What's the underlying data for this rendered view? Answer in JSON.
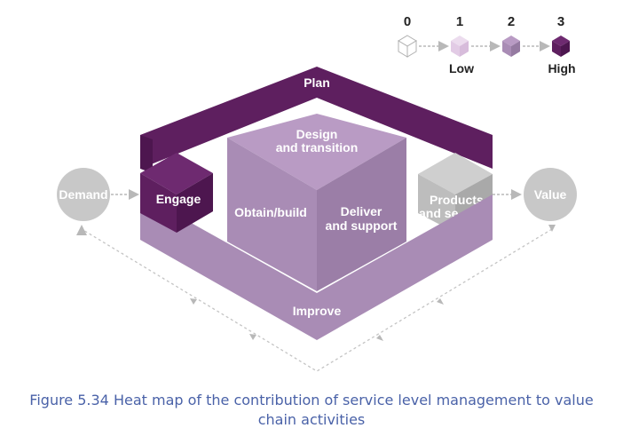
{
  "colors": {
    "level0": "#ffffff",
    "level1": "#e8d4ea",
    "level2": "#a98cb5",
    "level3": "#5e1f5f",
    "grey": "#c8c8c8",
    "arrow": "#b8b8b8",
    "caption": "#4a62a8"
  },
  "legend": {
    "levels": [
      {
        "number": "0",
        "level": 0
      },
      {
        "number": "1",
        "level": 1
      },
      {
        "number": "2",
        "level": 2
      },
      {
        "number": "3",
        "level": 3
      }
    ],
    "low_label": "Low",
    "high_label": "High"
  },
  "diagram": {
    "demand": "Demand",
    "value": "Value",
    "plan": "Plan",
    "engage": "Engage",
    "design_line1": "Design",
    "design_line2": "and transition",
    "obtain": "Obtain/build",
    "deliver_line1": "Deliver",
    "deliver_line2": "and support",
    "products_line1": "Products",
    "products_line2": "and se",
    "improve": "Improve",
    "activity_levels": {
      "plan": 3,
      "engage": 3,
      "design_and_transition": 2,
      "obtain_build": 2,
      "deliver_and_support": 2,
      "improve": 2
    }
  },
  "caption_line1": "Figure 5.34 Heat map of the contribution of service level management to value",
  "caption_line2": "chain activities"
}
